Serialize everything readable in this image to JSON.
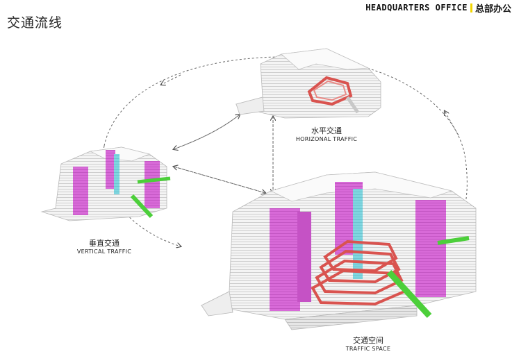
{
  "page_title": "交通流线",
  "brand": {
    "en": "HEADQUARTERS OFFICE",
    "cn": "总部办公",
    "accent_color": "#f2d500"
  },
  "views": [
    {
      "id": "horizontal",
      "label_cn": "水平交通",
      "label_en": "HORIZONAL TRAFFIC"
    },
    {
      "id": "vertical",
      "label_cn": "垂直交通",
      "label_en": "VERTICAL TRAFFIC"
    },
    {
      "id": "combined",
      "label_cn": "交通空间",
      "label_en": "TRAFFIC SPACE"
    }
  ],
  "colors": {
    "vertical_core": "#d86ad8",
    "elevator_shaft": "#7fd6e0",
    "horizontal_ramp": "#d9534f",
    "bridge": "#4ccf3a",
    "building_line": "#b8b8b8",
    "flow_arrow": "#555555"
  }
}
